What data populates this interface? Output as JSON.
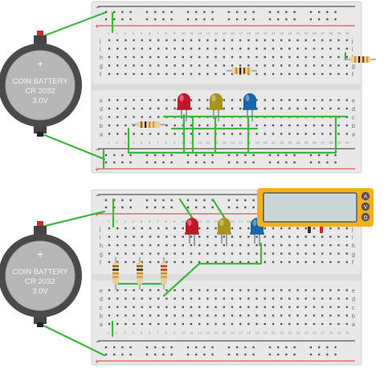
{
  "battery_top": {
    "line1": "COIN BATTERY",
    "line2": "CR 2032",
    "line3": "3.0V",
    "plus": "+"
  },
  "battery_bottom": {
    "line1": "COIN BATTERY",
    "line2": "CR 2032",
    "line3": "3.0V",
    "plus": "+"
  },
  "rail_signs": {
    "minus": "−",
    "plus": "+"
  },
  "row_letters_upper": [
    "j",
    "i",
    "h",
    "g",
    "f"
  ],
  "row_letters_lower": [
    "e",
    "d",
    "c",
    "b",
    "a"
  ],
  "multimeter": {
    "buttons": [
      "A",
      "V",
      "Ω"
    ]
  },
  "colors": {
    "wire": "#3cb83c",
    "board": "#e8e8e8",
    "rail_red": "#d33",
    "rail_black": "#333",
    "led_red": "#c0182a",
    "led_yellow": "#a8941c",
    "led_blue": "#1565a8",
    "multimeter_body": "#f2b01e",
    "multimeter_screen": "#c9d6da"
  }
}
